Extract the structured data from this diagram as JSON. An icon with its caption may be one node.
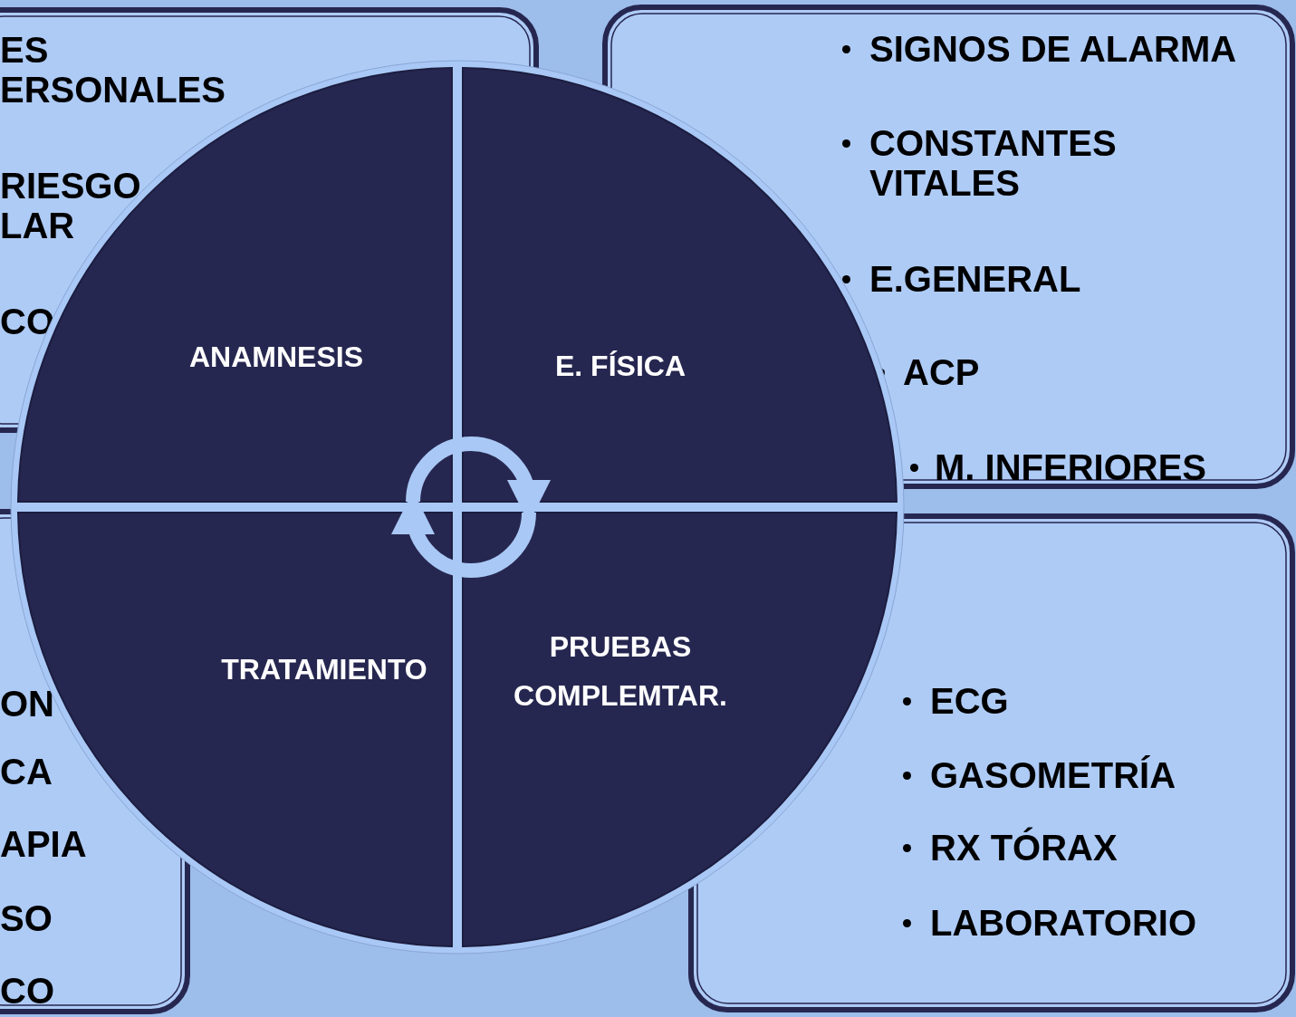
{
  "diagram": {
    "nodes": [
      {
        "text": [
          "ES ERSONALES",
          "RIESGO LAR",
          "CO"
        ]
      },
      {
        "text": [
          "SIGNOS DE ALARMA",
          "CONSTANTES VITALES",
          "E.GENERAL",
          "ACP",
          "M. INFERIORES"
        ]
      },
      {
        "text": [
          "ON",
          "CA",
          "APIA",
          "SO",
          "CO"
        ]
      },
      {
        "text": [
          "ECG",
          "GASOMETRÍA",
          "RX TÓRAX",
          "LABORATORIO"
        ]
      },
      {
        "text": [
          "ANAMNESIS"
        ]
      },
      {
        "text": [
          "E. FÍSICA"
        ]
      },
      {
        "text": [
          "TRATAMIENTO"
        ]
      },
      {
        "text": [
          "PRUEBAS COMPLEMTAR."
        ]
      }
    ],
    "edges": [
      {
        "from": 4,
        "to": 5,
        "arrow": "to"
      },
      {
        "from": 7,
        "to": 6,
        "arrow": "to"
      }
    ]
  }
}
